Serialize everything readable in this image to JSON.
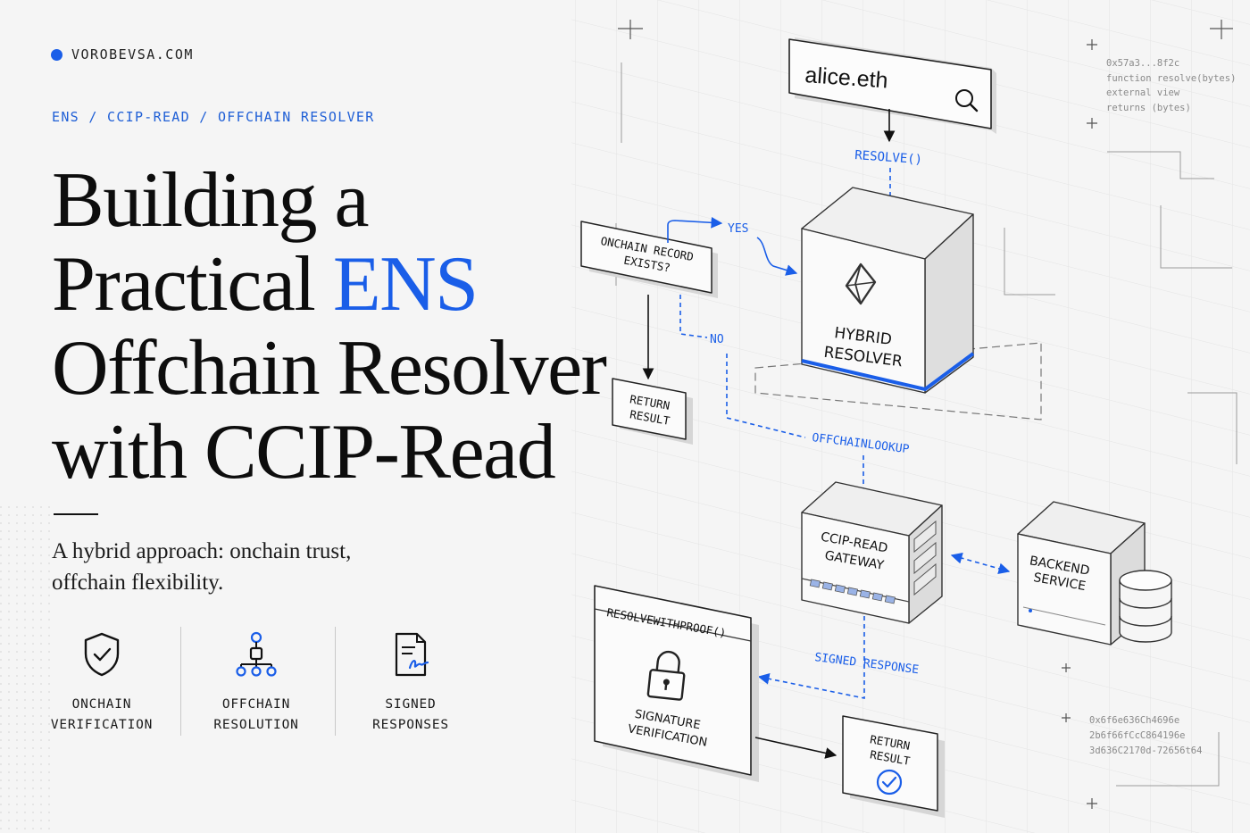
{
  "brand": {
    "site": "VOROBEVSA.COM",
    "dot_color": "#1a5ee8"
  },
  "breadcrumb": "ENS / CCIP-READ / OFFCHAIN RESOLVER",
  "headline": {
    "line1": "Building a",
    "line2_prefix": "Practical ",
    "line2_highlight": "ENS",
    "line3": "Offchain Resolver",
    "line4": "with CCIP-Read",
    "highlight_color": "#1a5ee8"
  },
  "subtitle": "A hybrid approach: onchain trust, offchain flexibility.",
  "features": [
    {
      "icon": "shield-check-icon",
      "label": "ONCHAIN\nVERIFICATION"
    },
    {
      "icon": "network-nodes-icon",
      "label": "OFFCHAIN\nRESOLUTION"
    },
    {
      "icon": "signed-document-icon",
      "label": "SIGNED\nRESPONSES"
    }
  ],
  "diagram": {
    "search_query": "alice.eth",
    "resolve_label": "RESOLVE()",
    "decision_line1": "ONCHAIN RECORD",
    "decision_line2": "EXISTS?",
    "yes_label": "YES",
    "no_label": "NO",
    "return_result_a_line1": "RETURN",
    "return_result_a_line2": "RESULT",
    "hybrid_line1": "HYBRID",
    "hybrid_line2": "RESOLVER",
    "offchain_lookup_label": "OFFCHAINLOOKUP",
    "gateway_line1": "CCIP-READ",
    "gateway_line2": "GATEWAY",
    "backend_line1": "BACKEND",
    "backend_line2": "SERVICE",
    "signed_response_label": "SIGNED RESPONSE",
    "verify_header": "RESOLVEWITHPROOF()",
    "verify_line1": "SIGNATURE",
    "verify_line2": "VERIFICATION",
    "return_result_b_line1": "RETURN",
    "return_result_b_line2": "RESULT",
    "code_snippet": [
      "0x57a3...8f2c",
      "function resolve(bytes)",
      "external view",
      "returns (bytes)"
    ],
    "hex_snippet": [
      "0x6f6e636Ch4696e",
      "2b6f66fCcC864196e",
      "3d636C2170d-72656t64"
    ],
    "accent_color": "#1a5ee8"
  }
}
